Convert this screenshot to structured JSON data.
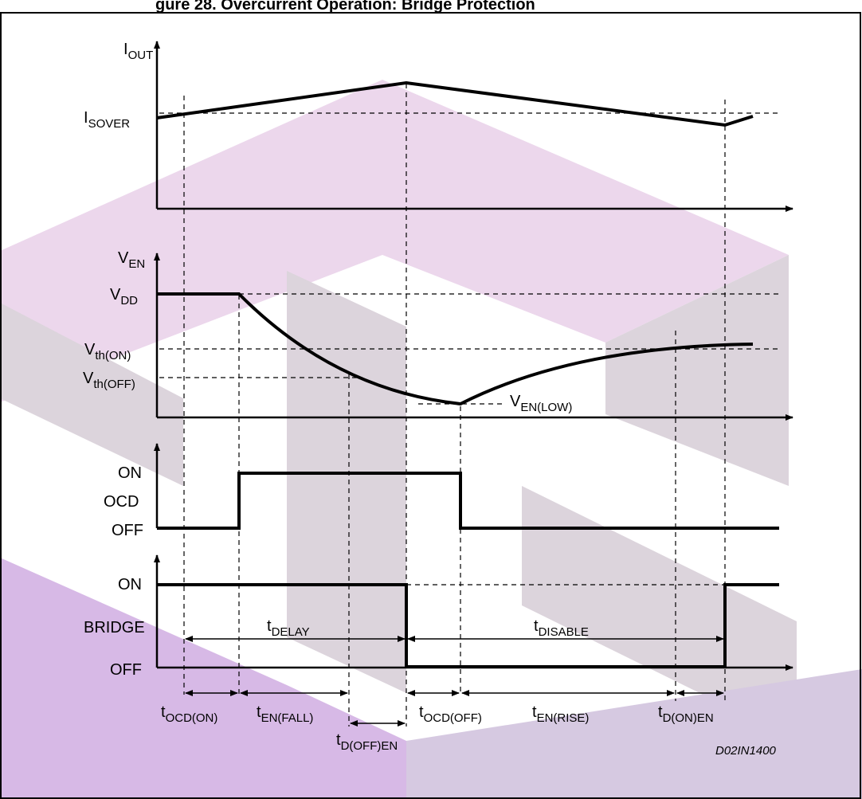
{
  "title": "gure 28. Overcurrent Operation: Bridge Protection",
  "drawing_code": "D02IN1400",
  "signals": {
    "i_out": {
      "main": "I",
      "sub": "OUT"
    },
    "v_en": {
      "main": "V",
      "sub": "EN"
    },
    "ocd": "OCD",
    "bridge": "BRIDGE"
  },
  "levels": {
    "i_sover": {
      "main": "I",
      "sub": "SOVER"
    },
    "v_dd": {
      "main": "V",
      "sub": "DD"
    },
    "v_th_on": {
      "main": "V",
      "sub": "th(ON)"
    },
    "v_th_off": {
      "main": "V",
      "sub": "th(OFF)"
    },
    "v_en_low": {
      "main": "V",
      "sub": "EN(LOW)"
    },
    "ocd_on": "ON",
    "ocd_off": "OFF",
    "bridge_on": "ON",
    "bridge_off": "OFF"
  },
  "intervals": {
    "t_delay": {
      "main": "t",
      "sub": "DELAY"
    },
    "t_disable": {
      "main": "t",
      "sub": "DISABLE"
    },
    "t_ocd_on": {
      "main": "t",
      "sub": "OCD(ON)"
    },
    "t_en_fall": {
      "main": "t",
      "sub": "EN(FALL)"
    },
    "t_d_off_en": {
      "main": "t",
      "sub": "D(OFF)EN"
    },
    "t_ocd_off": {
      "main": "t",
      "sub": "OCD(OFF)"
    },
    "t_en_rise": {
      "main": "t",
      "sub": "EN(RISE)"
    },
    "t_d_on_en": {
      "main": "t",
      "sub": "D(ON)EN"
    }
  },
  "colors": {
    "watermark_pink": "#ecd7ec",
    "watermark_grey": "#dcd4dc",
    "watermark_purple": "#d7b9e6",
    "watermark_lavender": "#d6c9e1",
    "frame": "#000000"
  },
  "watermark": "ST logo"
}
